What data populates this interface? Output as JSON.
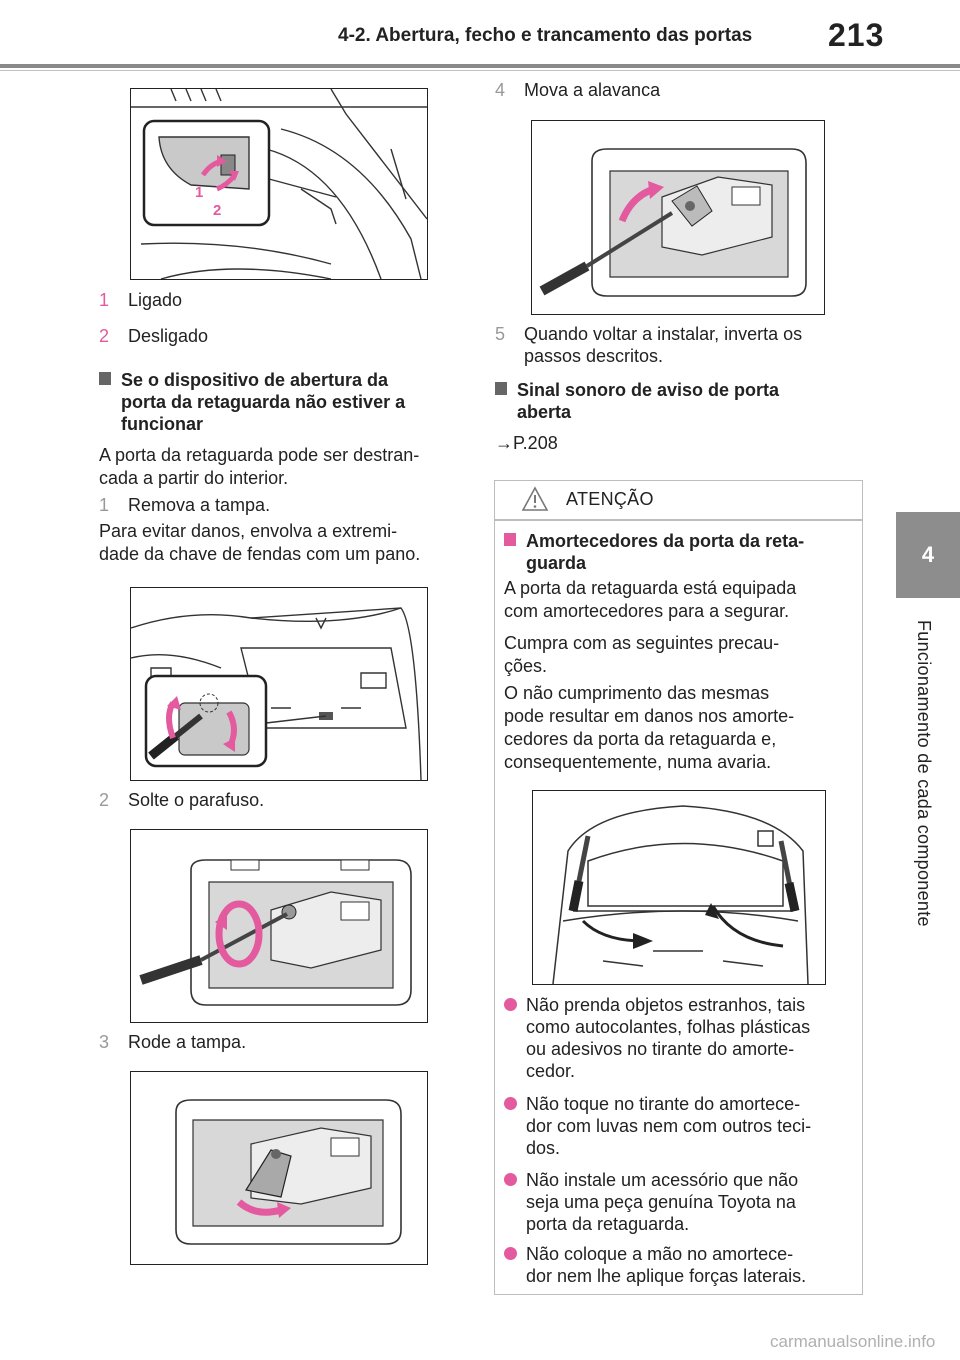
{
  "header": {
    "title": "4-2. Abertura, fecho e trancamento das portas",
    "page_number": "213"
  },
  "side_tab": {
    "chapter": "4",
    "label": "Funcionamento de cada componente"
  },
  "fig1": {
    "callout1": "1",
    "callout2": "2"
  },
  "legend": [
    {
      "num": "1",
      "text": "Ligado"
    },
    {
      "num": "2",
      "text": "Desligado"
    }
  ],
  "section1": {
    "title_lines": [
      "Se o dispositivo de abertura da",
      "porta da retaguarda não estiver a",
      "funcionar"
    ],
    "para_lines": [
      "A porta da retaguarda pode ser destran-",
      "cada a partir do interior."
    ]
  },
  "steps": [
    {
      "num": "1",
      "text": "Remova a tampa."
    },
    {
      "num": "2",
      "text": "Solte o parafuso."
    },
    {
      "num": "3",
      "text": "Rode a tampa."
    },
    {
      "num": "4",
      "text": "Mova a alavanca"
    },
    {
      "num": "5",
      "lines": [
        "Quando voltar a instalar, inverta os",
        "passos descritos."
      ]
    }
  ],
  "note_lines": [
    "Para evitar danos, envolva a extremi-",
    "dade da chave de fendas com um pano."
  ],
  "section2": {
    "title_lines": [
      "Sinal sonoro de aviso de porta",
      "aberta"
    ],
    "ref": "→P.208"
  },
  "warning": {
    "title": "ATENÇÃO",
    "subtitle_lines": [
      "Amortecedores da porta da reta-",
      "guarda"
    ],
    "paras": [
      [
        "A porta da retaguarda está equipada",
        "com amortecedores para a segurar."
      ],
      [
        "Cumpra com as seguintes precau-",
        "ções."
      ],
      [
        "O não cumprimento das mesmas",
        "pode resultar em danos nos amorte-",
        "cedores da porta da retaguarda e,",
        "consequentemente, numa avaria."
      ]
    ],
    "bullets": [
      [
        "Não prenda objetos estranhos, tais",
        "como autocolantes, folhas plásticas",
        "ou adesivos no tirante do amorte-",
        "cedor."
      ],
      [
        "Não toque no tirante do amortece-",
        "dor com luvas nem com outros teci-",
        "dos."
      ],
      [
        "Não instale um acessório que não",
        "seja uma peça genuína Toyota na",
        "porta da retaguarda."
      ],
      [
        "Não coloque a mão no amortece-",
        "dor nem lhe aplique forças laterais."
      ]
    ]
  },
  "footer": "carmanualsonline.info",
  "colors": {
    "accent_pink": "#e35a9f",
    "tab_gray": "#8d8d8d"
  }
}
